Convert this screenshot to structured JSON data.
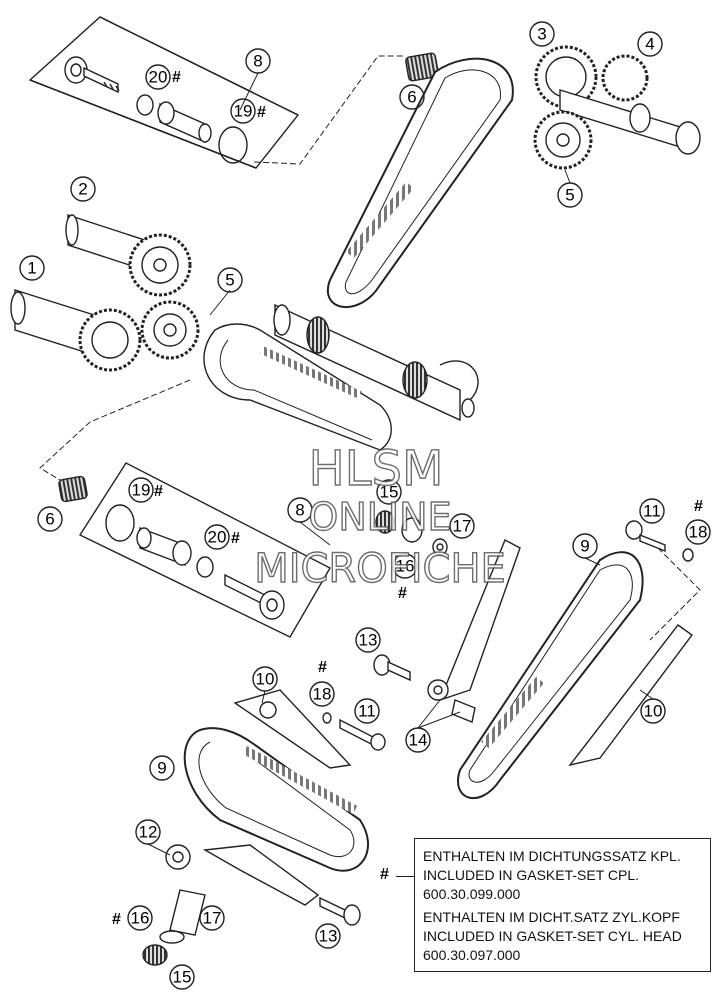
{
  "callouts": {
    "c1": "1",
    "c2": "2",
    "c3": "3",
    "c4": "4",
    "c5a": "5",
    "c5b": "5",
    "c6a": "6",
    "c6b": "6",
    "c8a": "8",
    "c8b": "8",
    "c9a": "9",
    "c9b": "9",
    "c10a": "10",
    "c10b": "10",
    "c11a": "11",
    "c11b": "11",
    "c12": "12",
    "c13a": "13",
    "c13b": "13",
    "c14": "14",
    "c15a": "15",
    "c15b": "15",
    "c16a": "16",
    "c16b": "16",
    "c17a": "17",
    "c17b": "17",
    "c18a": "18",
    "c18b": "18",
    "c19a": "19",
    "c19b": "19",
    "c20a": "20",
    "c20b": "20"
  },
  "marker": "#",
  "watermark": {
    "line1": "HLSM",
    "line2": "ONLINE",
    "line3": "MICROFICHE"
  },
  "legend": {
    "marker": "#",
    "line1": "ENTHALTEN IM DICHTUNGSSATZ KPL.",
    "line2": "INCLUDED IN GASKET-SET CPL.",
    "line3": "600.30.099.000",
    "line4": "ENTHALTEN IM DICHT.SATZ ZYL.KOPF",
    "line5": "INCLUDED IN GASKET-SET CYL. HEAD",
    "line6": "600.30.097.000"
  }
}
